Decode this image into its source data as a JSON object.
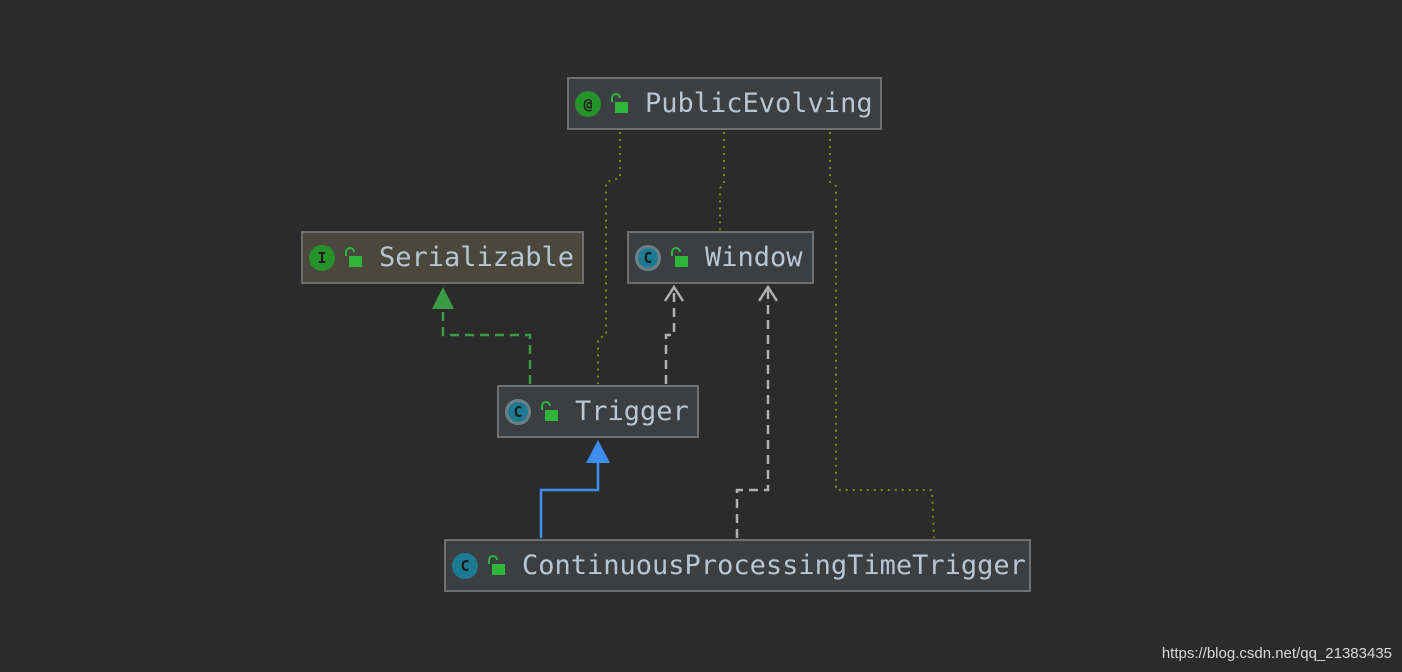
{
  "diagram": {
    "nodes": {
      "public_evolving": {
        "name": "PublicEvolving",
        "kind_glyph": "@",
        "kind": "annotation"
      },
      "serializable": {
        "name": "Serializable",
        "kind_glyph": "I",
        "kind": "interface"
      },
      "window": {
        "name": "Window",
        "kind_glyph": "C",
        "kind": "abstract-class"
      },
      "trigger": {
        "name": "Trigger",
        "kind_glyph": "C",
        "kind": "abstract-class"
      },
      "cptt": {
        "name": "ContinuousProcessingTimeTrigger",
        "kind_glyph": "C",
        "kind": "class"
      }
    },
    "edges": [
      {
        "from": "trigger",
        "to": "serializable",
        "type": "implements",
        "color": "#3d9b45"
      },
      {
        "from": "trigger",
        "to": "window",
        "type": "uses",
        "color": "#b0b0b0"
      },
      {
        "from": "cptt",
        "to": "trigger",
        "type": "extends",
        "color": "#3d8ef0"
      },
      {
        "from": "cptt",
        "to": "window",
        "type": "uses",
        "color": "#b0b0b0"
      },
      {
        "from": "public_evolving",
        "to": "trigger",
        "type": "annotated-by",
        "color": "#7a8c00"
      },
      {
        "from": "public_evolving",
        "to": "window",
        "type": "annotated-by",
        "color": "#7a8c00"
      },
      {
        "from": "public_evolving",
        "to": "cptt",
        "type": "annotated-by",
        "color": "#7a8c00"
      }
    ]
  },
  "colors": {
    "background": "#2b2b2b",
    "node_fill": "#3c3f41",
    "interface_fill": "#4a473d",
    "node_border": "#6f6f6f",
    "node_text": "#b8c6d3",
    "annotation_badge": "#27922a",
    "class_badge": "#1c7b92",
    "visibility_icon": "#2fb53a"
  },
  "watermark": "https://blog.csdn.net/qq_21383435"
}
